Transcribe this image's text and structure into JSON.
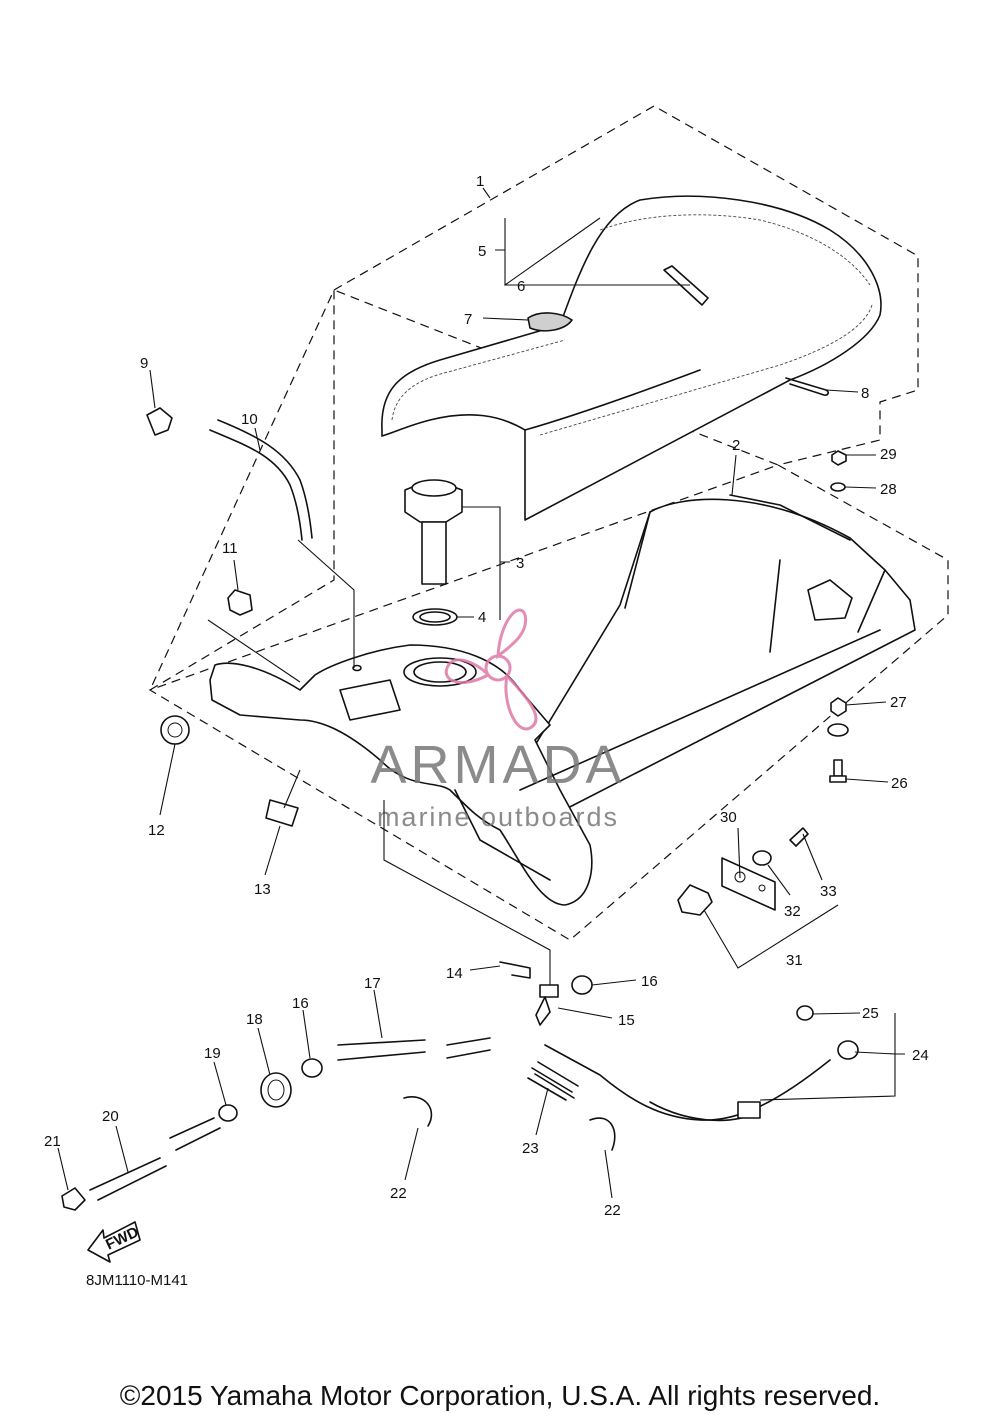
{
  "diagram": {
    "callouts": [
      "1",
      "2",
      "3",
      "4",
      "5",
      "6",
      "7",
      "8",
      "9",
      "10",
      "11",
      "12",
      "13",
      "14",
      "15",
      "16",
      "16",
      "17",
      "18",
      "19",
      "20",
      "21",
      "22",
      "22",
      "23",
      "24",
      "25",
      "26",
      "27",
      "28",
      "29",
      "30",
      "31",
      "32",
      "33"
    ],
    "direction_label": "FWD",
    "drawing_code": "8JM1110-M141"
  },
  "watermark": {
    "brand": "ARMADA",
    "tagline": "marine outboards",
    "accent_color": "#e07aa8",
    "text_color": "#777777"
  },
  "footer": {
    "copyright": "©2015 Yamaha Motor Corporation, U.S.A. All rights reserved."
  }
}
